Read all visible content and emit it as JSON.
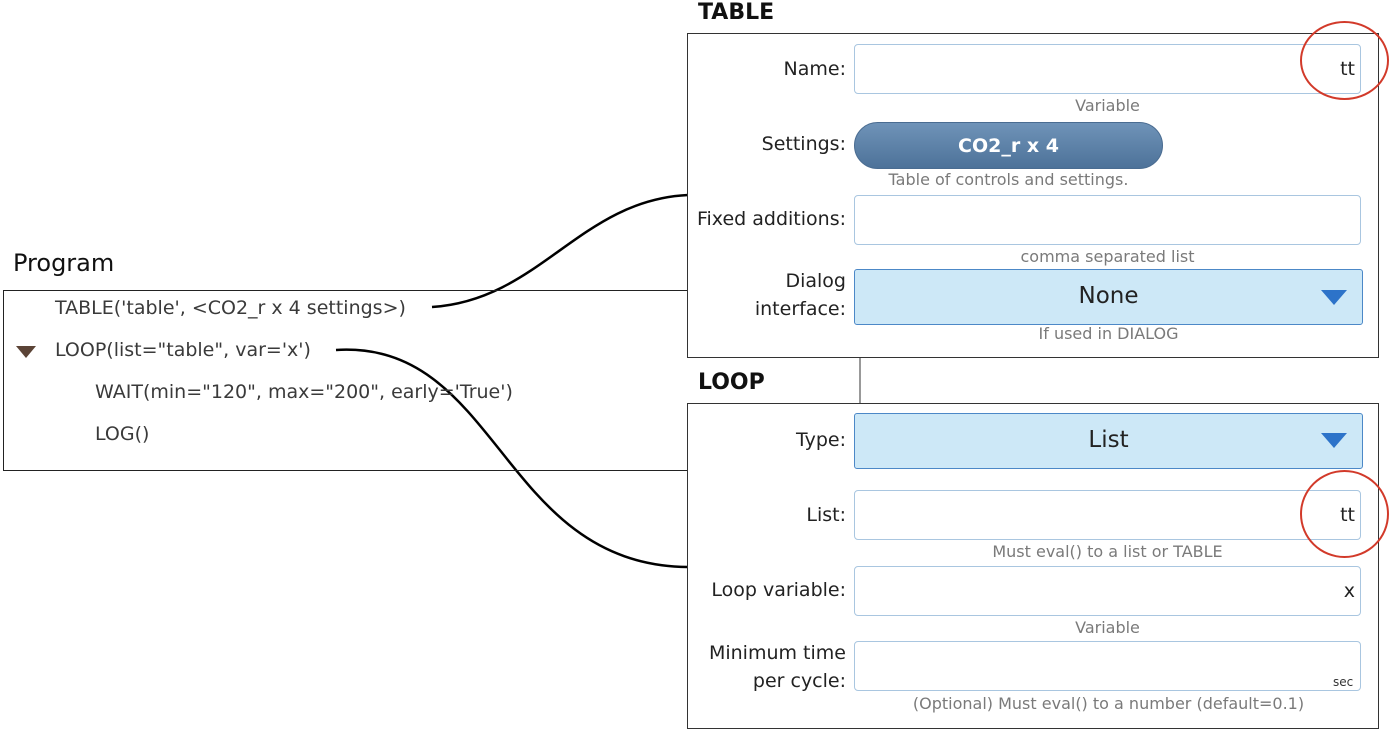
{
  "program": {
    "title": "Program",
    "lines": [
      "TABLE('table', <CO2_r x 4 settings>)",
      "LOOP(list=\"table\", var='x')",
      "WAIT(min=\"120\", max=\"200\", early='True')",
      "LOG()"
    ]
  },
  "table_panel": {
    "title": "TABLE",
    "name_label": "Name:",
    "name_value": "tt",
    "name_hint": "Variable",
    "settings_label": "Settings:",
    "settings_button": "CO2_r x 4",
    "settings_hint": "Table of controls and settings.",
    "fixed_label": "Fixed additions:",
    "fixed_value": "",
    "fixed_hint": "comma separated list",
    "dialog_label_line1": "Dialog",
    "dialog_label_line2": "interface:",
    "dialog_value": "None",
    "dialog_hint": "If used in DIALOG"
  },
  "loop_panel": {
    "title": "LOOP",
    "type_label": "Type:",
    "type_value": "List",
    "list_label": "List:",
    "list_value": "tt",
    "list_hint": "Must eval() to a list or TABLE",
    "loopvar_label": "Loop variable:",
    "loopvar_value": "x",
    "loopvar_hint": "Variable",
    "mintime_label_line1": "Minimum time",
    "mintime_label_line2": "per cycle:",
    "mintime_value": "",
    "mintime_unit": "sec",
    "mintime_hint": "(Optional) Must eval() to a number (default=0.1)"
  },
  "colors": {
    "highlight_circle": "#d23a2a",
    "dropdown_bg": "#cde8f7",
    "dropdown_arrow": "#2d73c9",
    "button_bg": "#5b7fa6"
  }
}
